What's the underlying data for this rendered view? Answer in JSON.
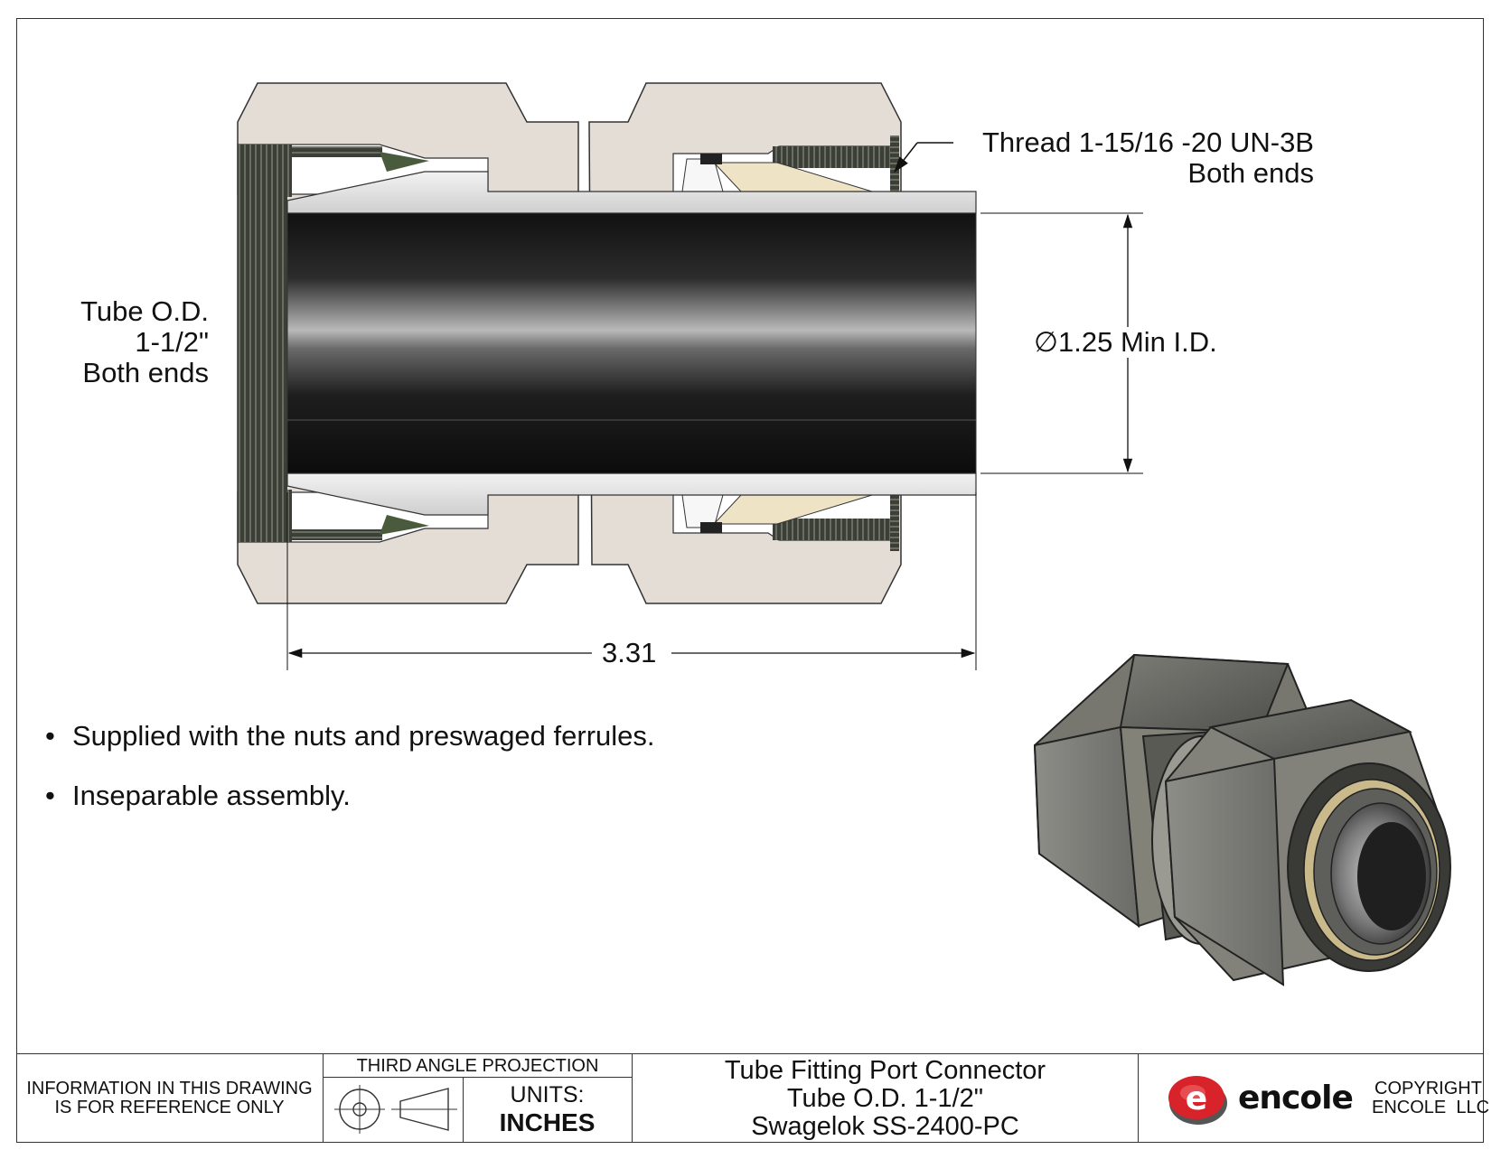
{
  "drawing": {
    "thread_label_line1": "Thread 1-15/16 -20 UN-3B",
    "thread_label_line2": "Both ends",
    "tube_od_line1": "Tube O.D.",
    "tube_od_line2": "1-1/2\"",
    "tube_od_line3": "Both ends",
    "min_id_symbol": "∅",
    "min_id_label": "1.25 Min I.D.",
    "length_dimension": "3.31"
  },
  "notes": [
    "Supplied with the nuts and preswaged ferrules.",
    "Inseparable assembly."
  ],
  "title_block": {
    "disclaimer_line1": "INFORMATION IN THIS DRAWING",
    "disclaimer_line2": "IS FOR REFERENCE ONLY",
    "projection_label": "THIRD ANGLE PROJECTION",
    "units_label": "UNITS:",
    "units_value": "INCHES",
    "title_line1": "Tube Fitting Port Connector",
    "title_line2": "Tube O.D. 1-1/2\"",
    "title_line3": "Swagelok SS-2400-PC",
    "brand_name": "encole",
    "brand_letter": "e",
    "copyright_line1": "COPYRIGHT",
    "copyright_line2": "ENCOLE  LLC"
  },
  "colors": {
    "body_fill": "#e3ddd5",
    "tube_dark": "#1a1a1a",
    "ferrule": "#efe3c6",
    "thread": "#3a3d35",
    "logo_red": "#d8232a"
  },
  "icons": {
    "projection_circle": "third-angle-circle-icon",
    "projection_cone": "third-angle-cone-icon",
    "logo": "encole-logo-icon"
  }
}
